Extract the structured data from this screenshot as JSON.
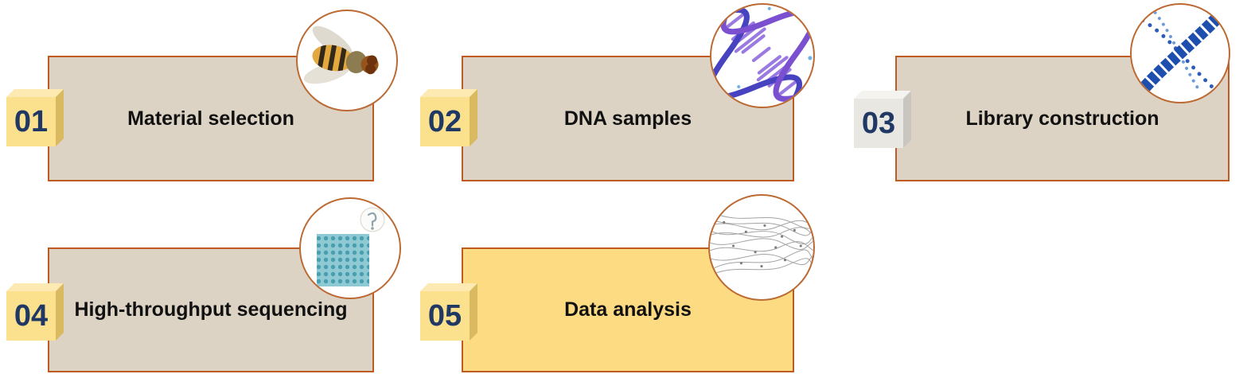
{
  "steps": [
    {
      "number": "01",
      "label": "Material selection",
      "icon": "hoverfly-icon",
      "highlighted": false
    },
    {
      "number": "02",
      "label": "DNA samples",
      "icon": "dna-helix-icon",
      "highlighted": false
    },
    {
      "number": "03",
      "label": "Library construction",
      "icon": "dna-library-icon",
      "highlighted": false
    },
    {
      "number": "04",
      "label": "High-throughput sequencing",
      "icon": "flow-cell-chip-icon",
      "highlighted": false
    },
    {
      "number": "05",
      "label": "Data analysis",
      "icon": "data-network-icon",
      "highlighted": true
    }
  ],
  "colors": {
    "box_fill": "#ddd3c4",
    "box_fill_active": "#fcdb82",
    "box_border": "#bf5b21",
    "cube_fill": "#fbe08e",
    "cube_side": "#d9ba60",
    "cube_top": "#fdeab3",
    "cube_fill_gray": "#e9e7e2",
    "cube_side_gray": "#c9c6bf",
    "cube_top_gray": "#f4f3f0",
    "number_color": "#1f3864",
    "label_color": "#111111",
    "circle_border": "#bc6a33"
  }
}
